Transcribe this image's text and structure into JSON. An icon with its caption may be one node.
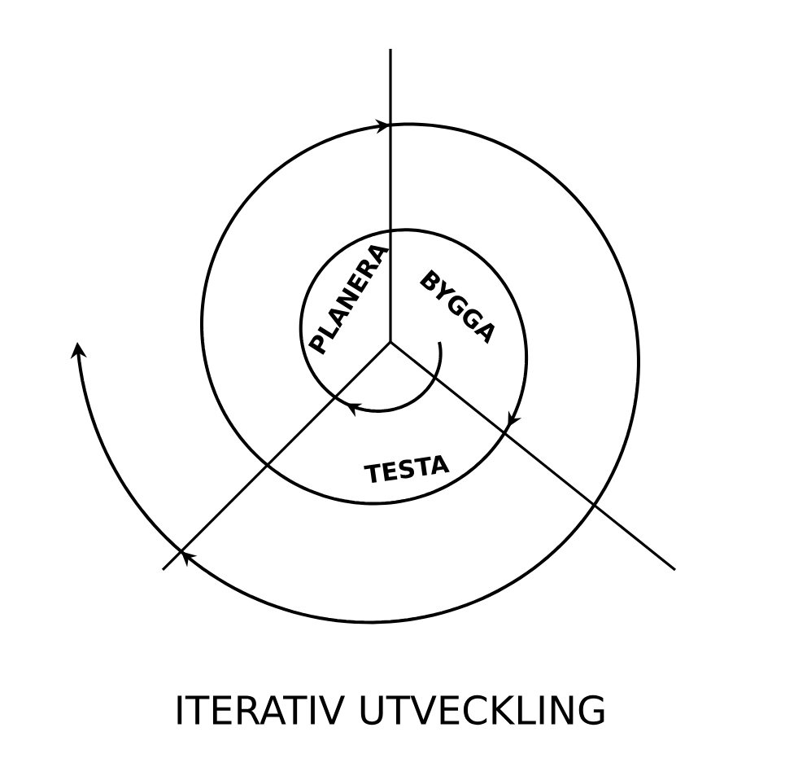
{
  "diagram": {
    "title": "ITERATIV UTVECKLING",
    "labels": [
      "PLANERA",
      "BYGGA",
      "TESTA"
    ]
  }
}
